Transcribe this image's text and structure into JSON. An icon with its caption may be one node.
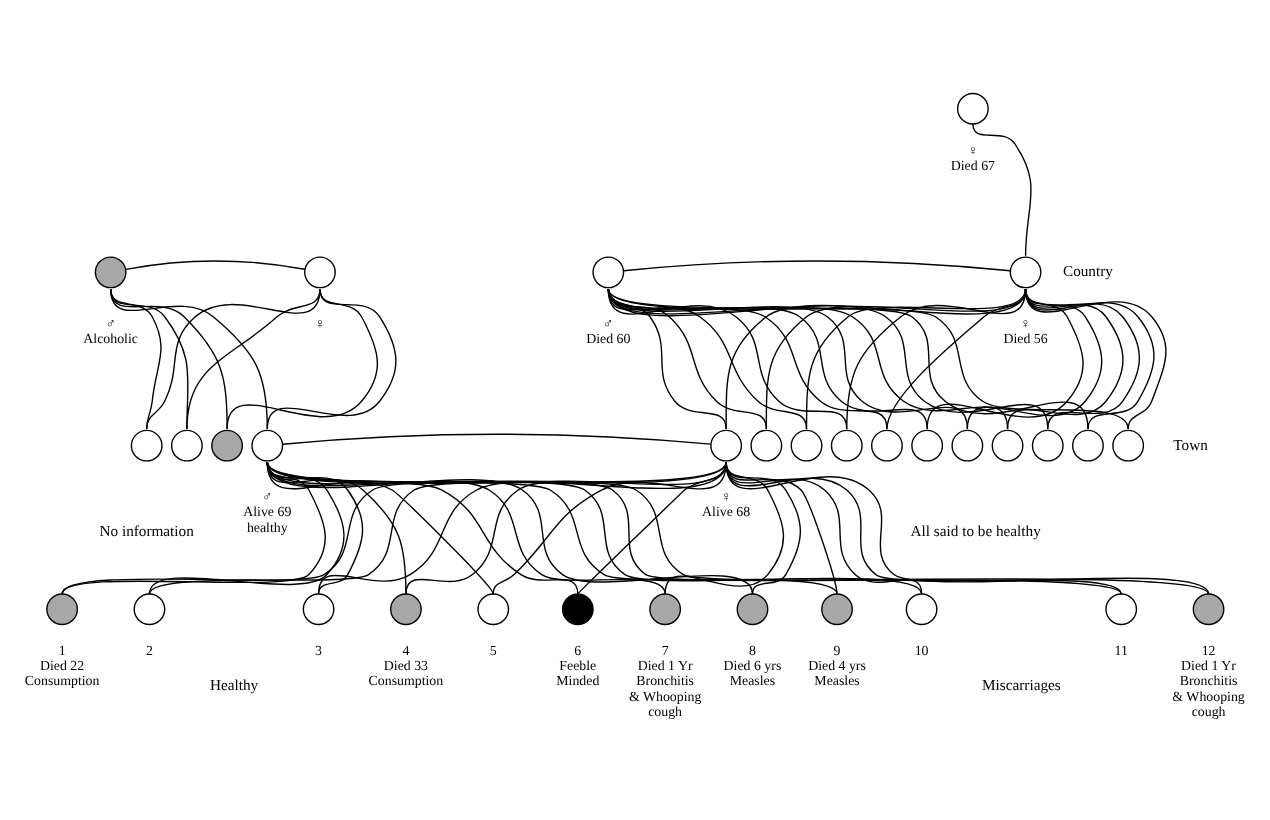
{
  "diagram": {
    "nodes": [
      {
        "text": [],
        "shape": "circle",
        "beside": [
          "♀",
          "Died 67"
        ]
      },
      {
        "text": [],
        "shape": "circle",
        "beside": [
          "♂",
          "Alcoholic"
        ]
      },
      {
        "text": [],
        "shape": "circle",
        "beside": [
          "♀"
        ]
      },
      {
        "text": [],
        "shape": "circle",
        "beside": [
          "♂",
          "Died 60"
        ]
      },
      {
        "text": [],
        "shape": "circle",
        "beside": [
          "♀",
          "Died 56"
        ]
      },
      {
        "text": [],
        "shape": "circle"
      },
      {
        "text": [],
        "shape": "circle"
      },
      {
        "text": [],
        "shape": "circle"
      },
      {
        "text": [],
        "shape": "circle",
        "beside": [
          "♂",
          "Alive 69 healthy"
        ]
      },
      {
        "text": [],
        "shape": "circle",
        "beside": [
          "♀",
          "Alive 68"
        ]
      },
      {
        "text": [],
        "shape": "circle"
      },
      {
        "text": [],
        "shape": "circle"
      },
      {
        "text": [],
        "shape": "circle"
      },
      {
        "text": [],
        "shape": "circle"
      },
      {
        "text": [],
        "shape": "circle"
      },
      {
        "text": [],
        "shape": "circle"
      },
      {
        "text": [],
        "shape": "circle"
      },
      {
        "text": [],
        "shape": "circle"
      },
      {
        "text": [],
        "shape": "circle"
      },
      {
        "text": [],
        "shape": "circle"
      },
      {
        "text": [],
        "shape": "circle",
        "beside": [
          "1",
          "Died 22 Consumption"
        ]
      },
      {
        "text": [],
        "shape": "circle",
        "beside": [
          "2"
        ]
      },
      {
        "text": [],
        "shape": "circle",
        "beside": [
          "3"
        ]
      },
      {
        "text": [],
        "shape": "circle",
        "beside": [
          "4",
          "Died 33 Consumption"
        ]
      },
      {
        "text": [],
        "shape": "circle",
        "beside": [
          "5"
        ]
      },
      {
        "text": [],
        "shape": "circle",
        "beside": [
          "6",
          "Feeble Minded"
        ]
      },
      {
        "text": [],
        "shape": "circle",
        "beside": [
          "7",
          "Died 1 Yr Bronchitis & Whooping cough"
        ]
      },
      {
        "text": [],
        "shape": "circle",
        "beside": [
          "8",
          "Died 6 yrs Measles"
        ]
      },
      {
        "text": [],
        "shape": "circle",
        "beside": [
          "9",
          "Died 4 yrs Measles"
        ]
      },
      {
        "text": [],
        "shape": "circle",
        "beside": [
          "10"
        ]
      },
      {
        "text": [],
        "shape": "circle",
        "beside": [
          "11"
        ]
      },
      {
        "text": [],
        "shape": "circle",
        "beside": [
          "12",
          "Died 1 Yr Bronchitis & Whooping cough"
        ]
      }
    ],
    "edges": [
      {
        "from": 0,
        "to": 4,
        "arrow": "none"
      },
      {
        "from": 1,
        "to": 2,
        "arrow": "none"
      },
      {
        "from": 3,
        "to": 4,
        "arrow": "none"
      },
      {
        "from": 1,
        "to": 5,
        "arrow": "none"
      },
      {
        "from": 2,
        "to": 5,
        "arrow": "none"
      },
      {
        "from": 1,
        "to": 6,
        "arrow": "none"
      },
      {
        "from": 2,
        "to": 6,
        "arrow": "none"
      },
      {
        "from": 1,
        "to": 7,
        "arrow": "none"
      },
      {
        "from": 2,
        "to": 7,
        "arrow": "none"
      },
      {
        "from": 1,
        "to": 8,
        "arrow": "none"
      },
      {
        "from": 2,
        "to": 8,
        "arrow": "none"
      },
      {
        "from": 3,
        "to": 9,
        "arrow": "none"
      },
      {
        "from": 4,
        "to": 9,
        "arrow": "none"
      },
      {
        "from": 3,
        "to": 10,
        "arrow": "none"
      },
      {
        "from": 4,
        "to": 10,
        "arrow": "none"
      },
      {
        "from": 3,
        "to": 11,
        "arrow": "none"
      },
      {
        "from": 4,
        "to": 11,
        "arrow": "none"
      },
      {
        "from": 3,
        "to": 12,
        "arrow": "none"
      },
      {
        "from": 4,
        "to": 12,
        "arrow": "none"
      },
      {
        "from": 3,
        "to": 13,
        "arrow": "none"
      },
      {
        "from": 4,
        "to": 13,
        "arrow": "none"
      },
      {
        "from": 3,
        "to": 14,
        "arrow": "none"
      },
      {
        "from": 4,
        "to": 14,
        "arrow": "none"
      },
      {
        "from": 3,
        "to": 15,
        "arrow": "none"
      },
      {
        "from": 4,
        "to": 15,
        "arrow": "none"
      },
      {
        "from": 3,
        "to": 16,
        "arrow": "none"
      },
      {
        "from": 4,
        "to": 16,
        "arrow": "none"
      },
      {
        "from": 3,
        "to": 17,
        "arrow": "none"
      },
      {
        "from": 4,
        "to": 17,
        "arrow": "none"
      },
      {
        "from": 3,
        "to": 18,
        "arrow": "none"
      },
      {
        "from": 4,
        "to": 18,
        "arrow": "none"
      },
      {
        "from": 3,
        "to": 19,
        "arrow": "none"
      },
      {
        "from": 4,
        "to": 19,
        "arrow": "none"
      },
      {
        "from": 8,
        "to": 9,
        "arrow": "none"
      },
      {
        "from": 8,
        "to": 20,
        "arrow": "none"
      },
      {
        "from": 9,
        "to": 20,
        "arrow": "none"
      },
      {
        "from": 8,
        "to": 21,
        "arrow": "none"
      },
      {
        "from": 9,
        "to": 21,
        "arrow": "none"
      },
      {
        "from": 8,
        "to": 22,
        "arrow": "none"
      },
      {
        "from": 9,
        "to": 22,
        "arrow": "none"
      },
      {
        "from": 8,
        "to": 23,
        "arrow": "none"
      },
      {
        "from": 9,
        "to": 23,
        "arrow": "none"
      },
      {
        "from": 8,
        "to": 24,
        "arrow": "none"
      },
      {
        "from": 9,
        "to": 24,
        "arrow": "none"
      },
      {
        "from": 8,
        "to": 25,
        "arrow": "none"
      },
      {
        "from": 9,
        "to": 25,
        "arrow": "none"
      },
      {
        "from": 8,
        "to": 26,
        "arrow": "none"
      },
      {
        "from": 9,
        "to": 26,
        "arrow": "none"
      },
      {
        "from": 8,
        "to": 27,
        "arrow": "none"
      },
      {
        "from": 9,
        "to": 27,
        "arrow": "none"
      },
      {
        "from": 8,
        "to": 28,
        "arrow": "none"
      },
      {
        "from": 9,
        "to": 28,
        "arrow": "none"
      },
      {
        "from": 8,
        "to": 29,
        "arrow": "none"
      },
      {
        "from": 9,
        "to": 29,
        "arrow": "none"
      },
      {
        "from": 8,
        "to": 30,
        "arrow": "none"
      },
      {
        "from": 9,
        "to": 30,
        "arrow": "none"
      },
      {
        "from": 8,
        "to": 31,
        "arrow": "none"
      },
      {
        "from": 9,
        "to": 31,
        "arrow": "none"
      }
    ],
    "labels": [
      "Country",
      "Town",
      "No information",
      "All said to be healthy",
      "Healthy",
      "Miscarriages"
    ]
  }
}
